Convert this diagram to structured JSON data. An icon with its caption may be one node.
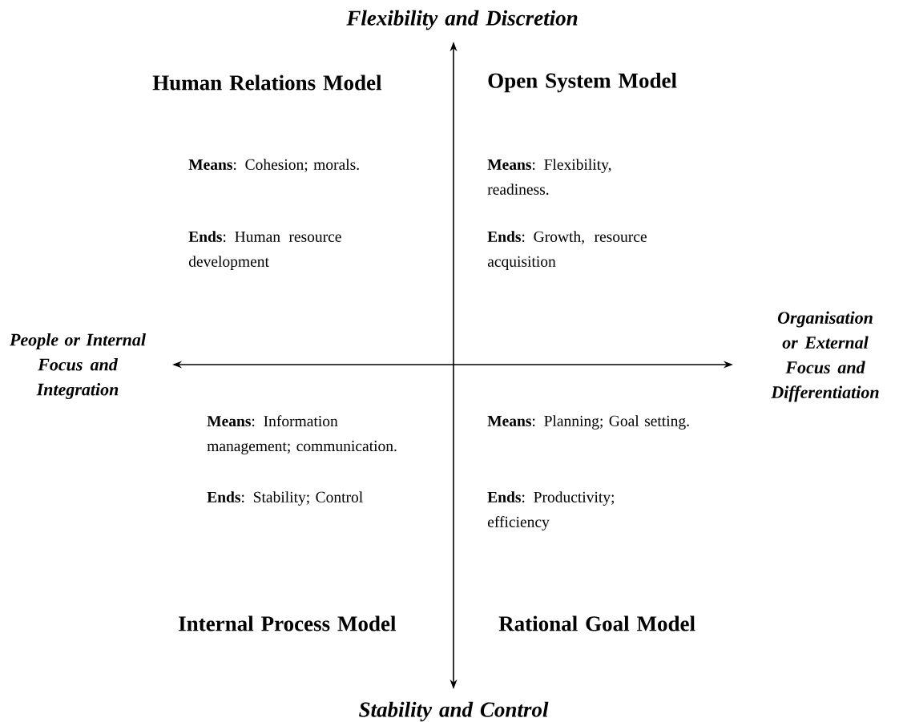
{
  "diagram": {
    "labels": [
      "Flexibility and Discretion",
      "Human Relations Model",
      "Open System Model",
      "**Means**: Cohesion; morals.",
      "**Means**: Flexibility, readiness.",
      "**Ends**: Human resource development",
      "**Ends**: Growth, resource acquisition",
      "People or Internal Focus and Integration",
      "Organisation or External Focus and Differentiation",
      "**Means**: Information management; communication.",
      "**Means**: Planning; Goal setting.",
      "**Ends**: Stability; Control",
      "**Ends**: Productivity; efficiency",
      "Internal Process Model",
      "Rational Goal Model",
      "Stability and Control"
    ]
  }
}
